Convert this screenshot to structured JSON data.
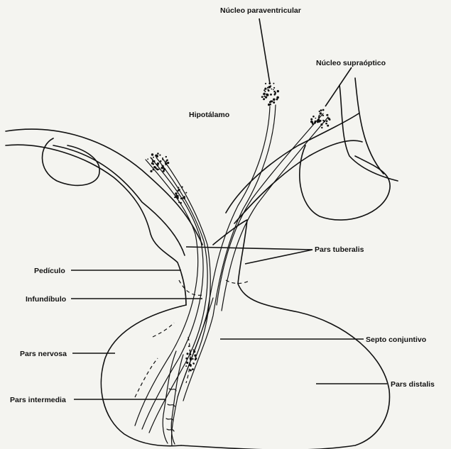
{
  "figure": {
    "labels": {
      "paraventricular": "Núcleo paraventricular",
      "supraoptic": "Núcleo supraóptico",
      "hypothalamus": "Hipotálamo",
      "pars_tuberalis": "Pars tuberalis",
      "pedicle": "Pedículo",
      "infundibulum": "Infundíbulo",
      "septum": "Septo conjuntivo",
      "pars_nervosa": "Pars nervosa",
      "pars_distalis": "Pars distalis",
      "pars_intermedia": "Pars intermedia"
    },
    "colors": {
      "ink": "#111111",
      "paper": "#f4f4f0"
    }
  }
}
